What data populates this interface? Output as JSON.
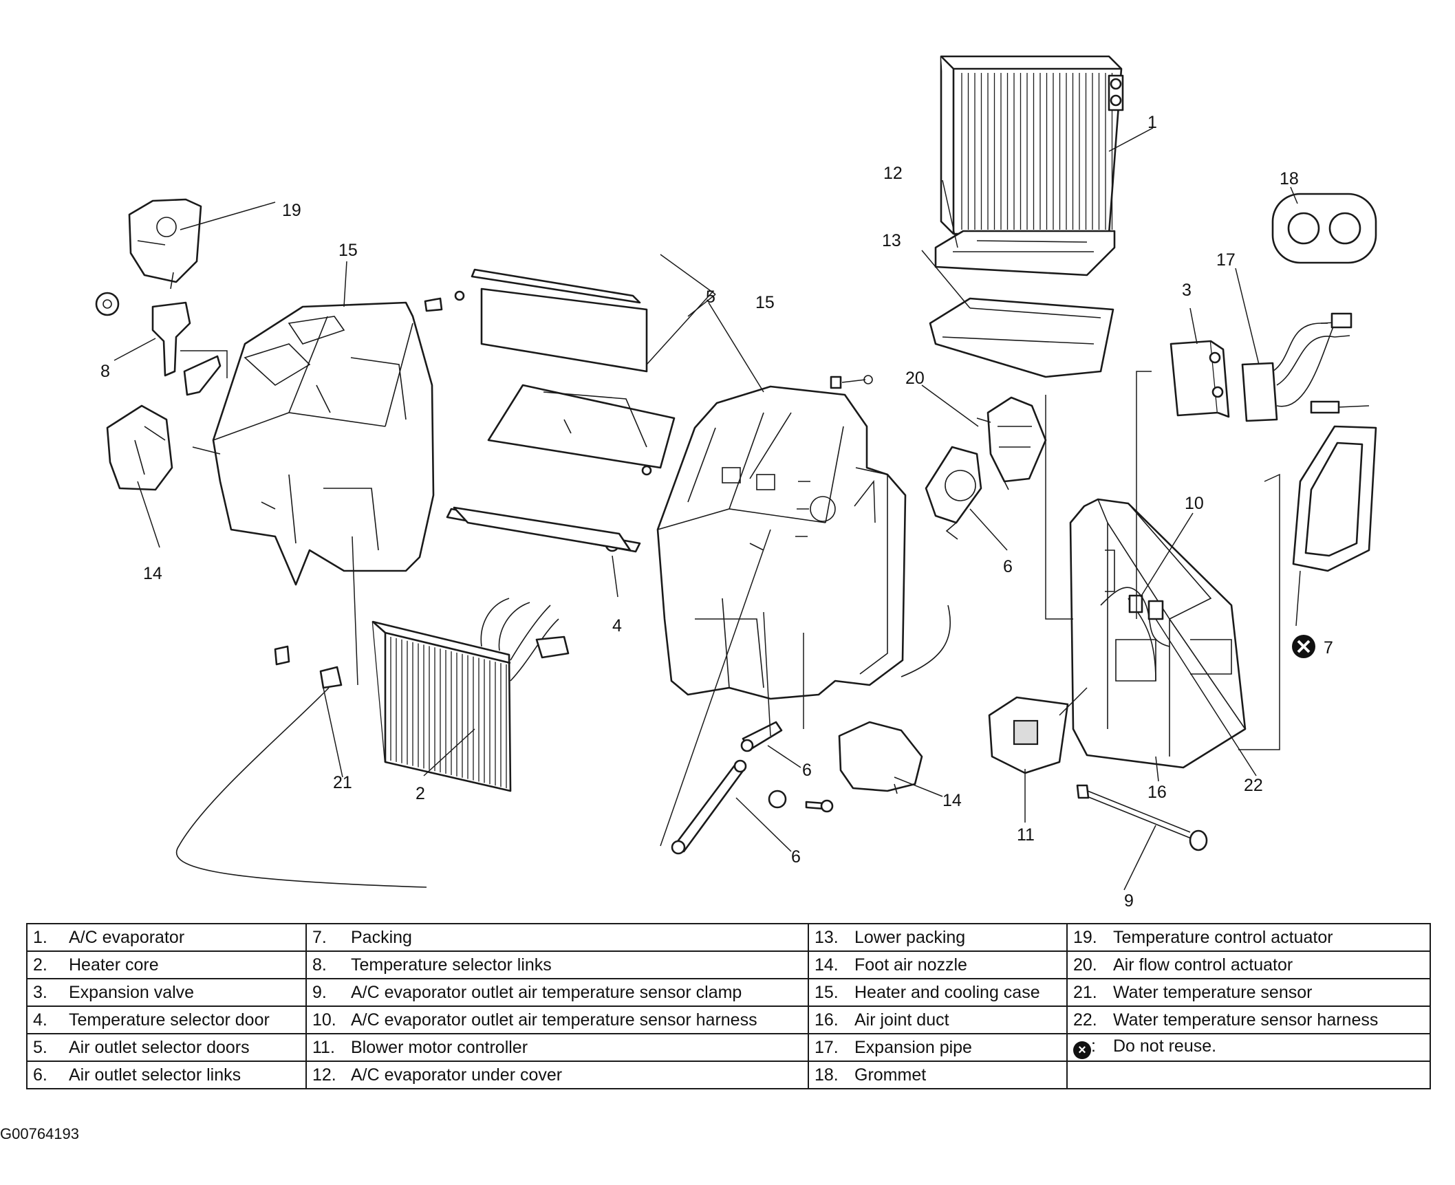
{
  "callouts": {
    "c1": "1",
    "c2": "2",
    "c3": "3",
    "c4": "4",
    "c5": "5",
    "c6": "6",
    "c7": "7",
    "c8": "8",
    "c9": "9",
    "c10": "10",
    "c11": "11",
    "c12": "12",
    "c13": "13",
    "c14": "14",
    "c15": "15",
    "c16": "16",
    "c17": "17",
    "c18": "18",
    "c19": "19",
    "c20": "20",
    "c21": "21",
    "c22": "22"
  },
  "legend": {
    "rows": [
      [
        {
          "num": "1.",
          "label": "A/C evaporator"
        },
        {
          "num": "7.",
          "label": "Packing"
        },
        {
          "num": "13.",
          "label": "Lower packing"
        },
        {
          "num": "19.",
          "label": "Temperature control actuator"
        }
      ],
      [
        {
          "num": "2.",
          "label": "Heater core"
        },
        {
          "num": "8.",
          "label": "Temperature selector links"
        },
        {
          "num": "14.",
          "label": "Foot air nozzle"
        },
        {
          "num": "20.",
          "label": "Air flow control actuator"
        }
      ],
      [
        {
          "num": "3.",
          "label": "Expansion valve"
        },
        {
          "num": "9.",
          "label": "A/C evaporator outlet air temperature sensor clamp"
        },
        {
          "num": "15.",
          "label": "Heater and cooling case"
        },
        {
          "num": "21.",
          "label": "Water temperature sensor"
        }
      ],
      [
        {
          "num": "4.",
          "label": "Temperature selector door"
        },
        {
          "num": "10.",
          "label": "A/C evaporator outlet air temperature sensor harness"
        },
        {
          "num": "16.",
          "label": "Air joint duct"
        },
        {
          "num": "22.",
          "label": "Water temperature sensor harness"
        }
      ],
      [
        {
          "num": "5.",
          "label": "Air outlet selector doors"
        },
        {
          "num": "11.",
          "label": "Blower motor controller"
        },
        {
          "num": "17.",
          "label": "Expansion pipe"
        },
        {
          "num": ":",
          "label": "Do not reuse."
        }
      ],
      [
        {
          "num": "6.",
          "label": "Air outlet selector links"
        },
        {
          "num": "12.",
          "label": "A/C evaporator under cover"
        },
        {
          "num": "18.",
          "label": "Grommet"
        },
        {
          "num": "",
          "label": ""
        }
      ]
    ],
    "symbol_icon": "x-circle-icon"
  },
  "figure_code": "G00764193"
}
